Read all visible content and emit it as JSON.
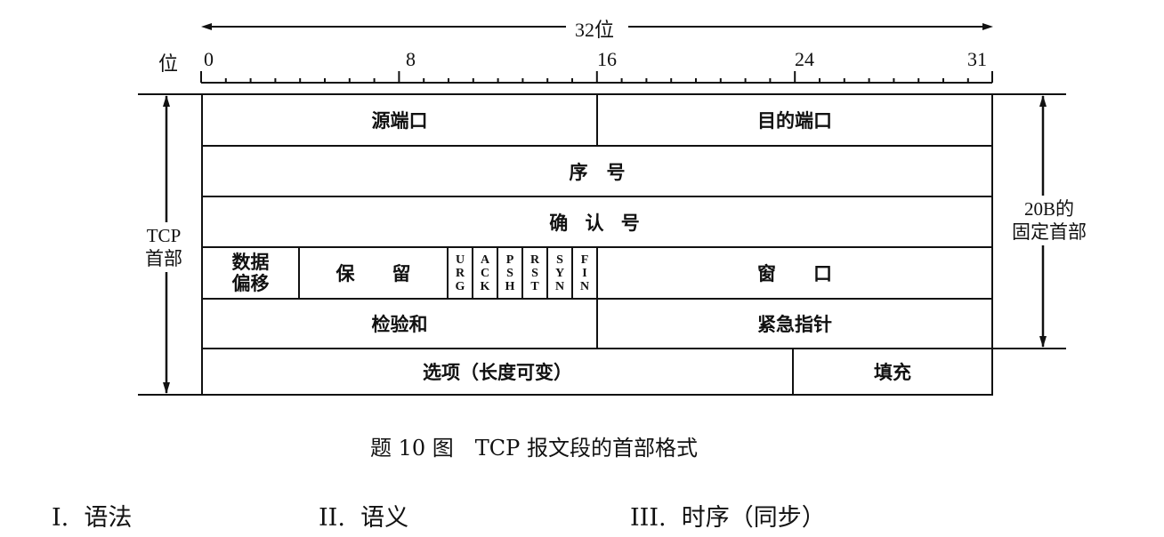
{
  "diagram": {
    "width_label": "32位",
    "bit_label": "位",
    "bit_ticks": [
      "0",
      "8",
      "16",
      "24",
      "31"
    ],
    "rows": [
      {
        "fields": [
          {
            "label": "源端口",
            "bits": [
              0,
              15
            ]
          },
          {
            "label": "目的端口",
            "bits": [
              16,
              31
            ]
          }
        ]
      },
      {
        "fields": [
          {
            "label": "序　号",
            "bits": [
              0,
              31
            ]
          }
        ]
      },
      {
        "fields": [
          {
            "label": "确 认 号",
            "bits": [
              0,
              31
            ]
          }
        ]
      },
      {
        "fields": [
          {
            "label": "数据偏移",
            "lines": [
              "数据",
              "偏移"
            ],
            "bits": [
              0,
              3
            ]
          },
          {
            "label": "保　　留",
            "bits": [
              4,
              9
            ]
          },
          {
            "label": "URG",
            "bits": [
              10,
              10
            ]
          },
          {
            "label": "ACK",
            "bits": [
              11,
              11
            ]
          },
          {
            "label": "PSH",
            "bits": [
              12,
              12
            ]
          },
          {
            "label": "RST",
            "bits": [
              13,
              13
            ]
          },
          {
            "label": "SYN",
            "bits": [
              14,
              14
            ]
          },
          {
            "label": "FIN",
            "bits": [
              15,
              15
            ]
          },
          {
            "label": "窗　　口",
            "bits": [
              16,
              31
            ]
          }
        ]
      },
      {
        "fields": [
          {
            "label": "检验和",
            "bits": [
              0,
              15
            ]
          },
          {
            "label": "紧急指针",
            "bits": [
              16,
              31
            ]
          }
        ]
      },
      {
        "fields": [
          {
            "label": "选项（长度可变）",
            "bits": [
              0,
              23
            ]
          },
          {
            "label": "填充",
            "bits": [
              24,
              31
            ]
          }
        ]
      }
    ],
    "left_brace_label": [
      "TCP",
      "首部"
    ],
    "right_brace_label": [
      "20B的",
      "固定首部"
    ],
    "flags": {
      "urg": [
        "U",
        "R",
        "G"
      ],
      "ack": [
        "A",
        "C",
        "K"
      ],
      "psh": [
        "P",
        "S",
        "H"
      ],
      "rst": [
        "R",
        "S",
        "T"
      ],
      "syn": [
        "S",
        "Y",
        "N"
      ],
      "fin": [
        "F",
        "I",
        "N"
      ]
    },
    "offset_lines": [
      "数据",
      "偏移"
    ]
  },
  "caption": "题 10 图　TCP 报文段的首部格式",
  "options": [
    {
      "label": "I.  语法"
    },
    {
      "label": "II.  语义"
    },
    {
      "label": "III.  时序（同步）"
    }
  ]
}
